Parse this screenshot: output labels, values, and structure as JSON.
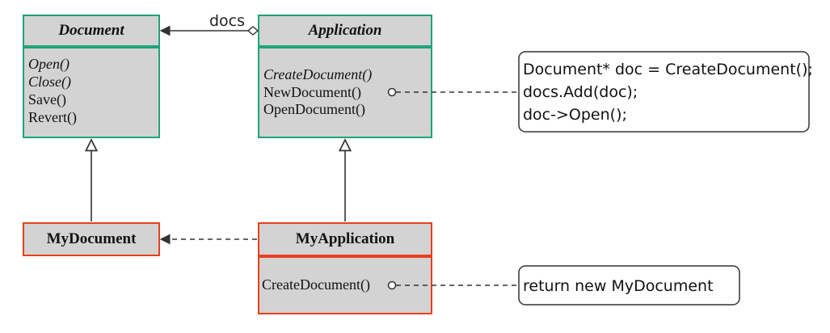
{
  "classes": {
    "document": {
      "name": "Document",
      "methods": [
        {
          "text": "Open()",
          "abstract": true
        },
        {
          "text": "Close()",
          "abstract": true
        },
        {
          "text": "Save()",
          "abstract": false
        },
        {
          "text": "Revert()",
          "abstract": false
        }
      ]
    },
    "application": {
      "name": "Application",
      "methods": [
        {
          "text": "CreateDocument()",
          "abstract": true
        },
        {
          "text": "NewDocument()",
          "abstract": false
        },
        {
          "text": "OpenDocument()",
          "abstract": false
        }
      ]
    },
    "my_document": {
      "name": "MyDocument"
    },
    "my_application": {
      "name": "MyApplication",
      "methods": [
        {
          "text": "CreateDocument()",
          "abstract": false
        }
      ]
    }
  },
  "relations": {
    "docs_label": "docs"
  },
  "notes": {
    "new_document_code": [
      "Document* doc = CreateDocument();",
      "docs.Add(doc);",
      "doc->Open();"
    ],
    "create_document_code": [
      "return new MyDocument"
    ]
  },
  "colors": {
    "abstract_border": "#1fa37a",
    "concrete_border": "#e8401c",
    "box_fill": "#d3d3d3",
    "line": "#333333",
    "note_border": "#333333"
  }
}
